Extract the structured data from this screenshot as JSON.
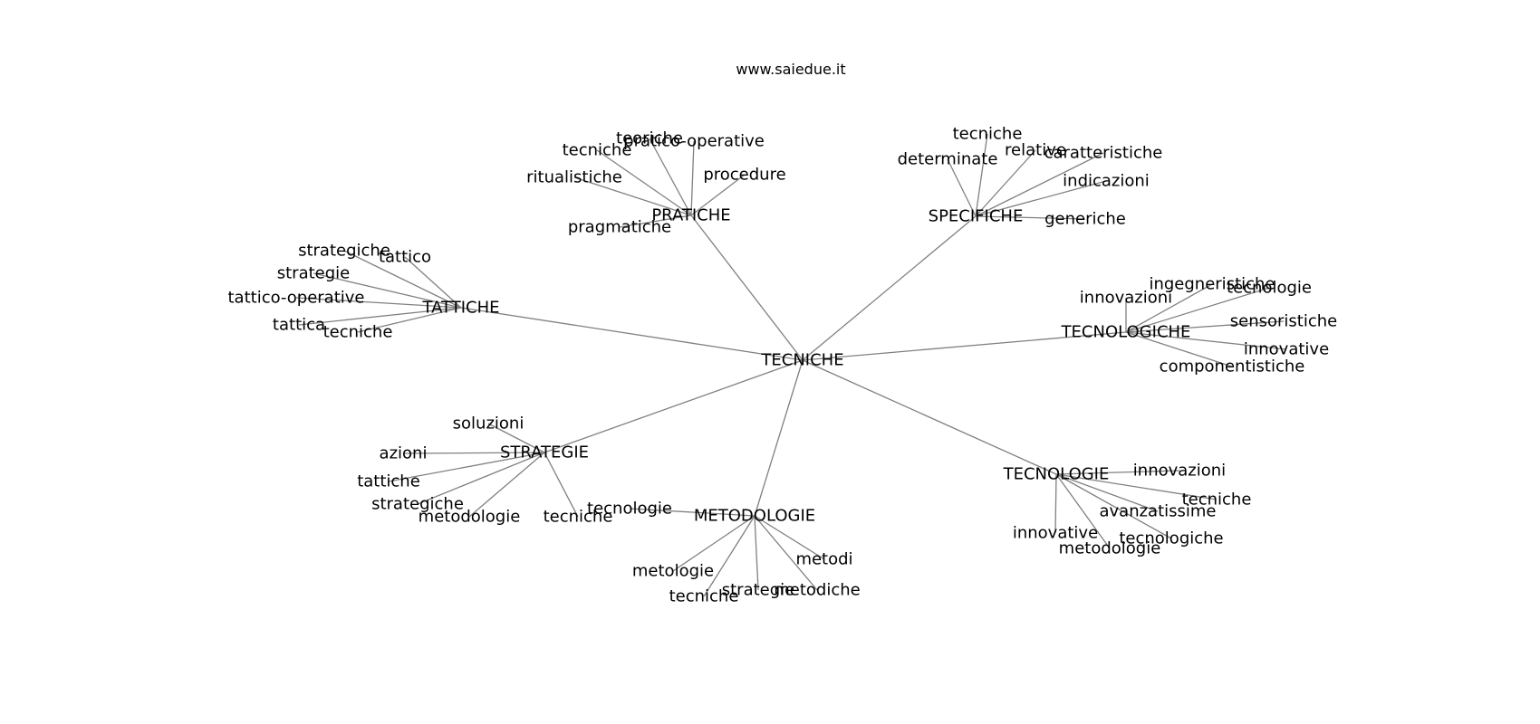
{
  "site_title": "www.saiedue.it",
  "graph": {
    "edge_color": "#808080",
    "text_color": "#000000",
    "root": "TECNICHE",
    "hubs": [
      {
        "label": "PRATICHE",
        "children": [
          "teoriche",
          "pratico-operative",
          "tecniche",
          "procedure",
          "ritualistiche",
          "pragmatiche"
        ]
      },
      {
        "label": "SPECIFICHE",
        "children": [
          "tecniche",
          "relative",
          "caratteristiche",
          "determinate",
          "indicazioni",
          "generiche"
        ]
      },
      {
        "label": "TATTICHE",
        "children": [
          "strategiche",
          "tattico",
          "strategie",
          "tattico-operative",
          "tattica",
          "tecniche"
        ]
      },
      {
        "label": "TECNOLOGICHE",
        "children": [
          "ingegneristiche",
          "tecnologie",
          "innovazioni",
          "sensoristiche",
          "innovative",
          "componentistiche"
        ]
      },
      {
        "label": "STRATEGIE",
        "children": [
          "soluzioni",
          "azioni",
          "tattiche",
          "strategiche",
          "metodologie",
          "tecniche"
        ]
      },
      {
        "label": "TECNOLOGIE",
        "children": [
          "innovazioni",
          "tecniche",
          "avanzatissime",
          "innovative",
          "tecnologiche",
          "metodologie"
        ]
      },
      {
        "label": "METODOLOGIE",
        "children": [
          "tecnologie",
          "metodi",
          "metologie",
          "strategie",
          "metodiche",
          "tecniche"
        ]
      }
    ]
  }
}
